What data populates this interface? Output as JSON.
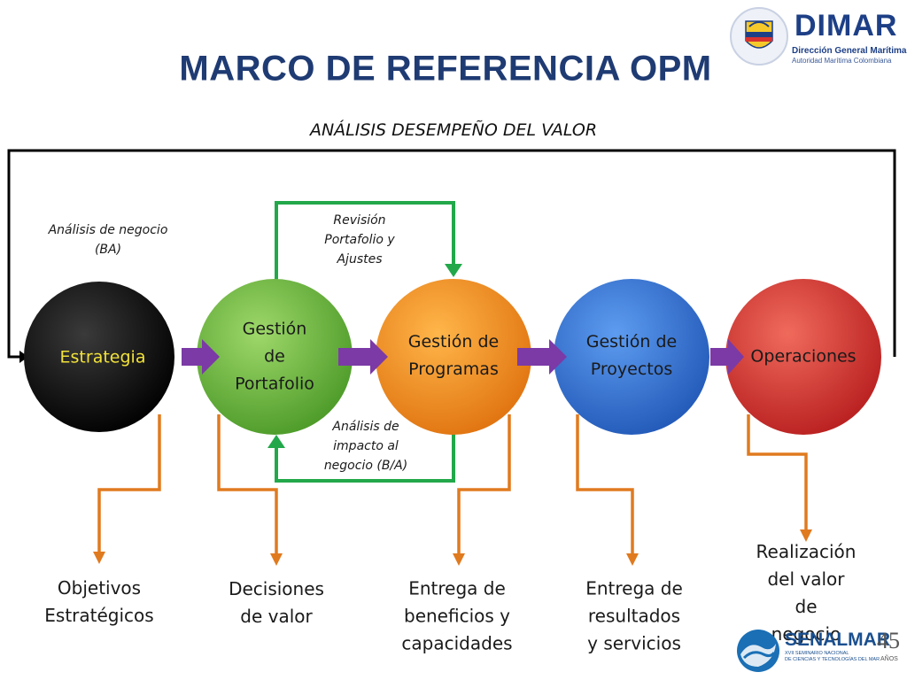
{
  "title": "MARCO DE REFERENCIA OPM",
  "subtitle": "ANÁLISIS DESEMPEÑO DEL VALOR",
  "annotations": {
    "business_analysis": [
      "Análisis de negocio",
      "(BA)"
    ],
    "portfolio_review": [
      "Revisión",
      "Portafolio y",
      "Ajustes"
    ],
    "impact_analysis": [
      "Análisis de",
      "impacto al",
      "negocio (B/A)"
    ]
  },
  "stages": [
    {
      "lines": [
        "Estrategia"
      ],
      "color": "#000000"
    },
    {
      "lines": [
        "Gestión",
        "de",
        "Portafolio"
      ],
      "color": "#5aa832"
    },
    {
      "lines": [
        "Gestión de",
        "Programas"
      ],
      "color": "#f28a1c"
    },
    {
      "lines": [
        "Gestión de",
        "Proyectos"
      ],
      "color": "#2f6fcc"
    },
    {
      "lines": [
        "Operaciones"
      ],
      "color": "#d8312e"
    }
  ],
  "outputs": [
    [
      "Objetivos",
      "Estratégicos"
    ],
    [
      "Decisiones",
      "de valor"
    ],
    [
      "Entrega de",
      "beneficios y",
      "capacidades"
    ],
    [
      "Entrega de",
      "resultados",
      "y servicios"
    ],
    [
      "Realización",
      "del valor de",
      "negocio"
    ]
  ],
  "colors": {
    "title": "#1f3b73",
    "feedback_loop": "#000000",
    "green_loop": "#22a84a",
    "connector_arrows": "#7b3aa6",
    "output_arrows": "#e07a1f"
  },
  "logos": {
    "dimar": {
      "word": "DIMAR",
      "line1": "Dirección General Marítima",
      "line2": "Autoridad Marítima Colombiana"
    },
    "senalmar": {
      "word": "SENALMAR",
      "line1": "XVII SEMINARIO NACIONAL",
      "line2": "DE CIENCIAS Y TECNOLOGÍAS DEL MAR",
      "years": "45",
      "years_label": "AÑOS"
    }
  }
}
